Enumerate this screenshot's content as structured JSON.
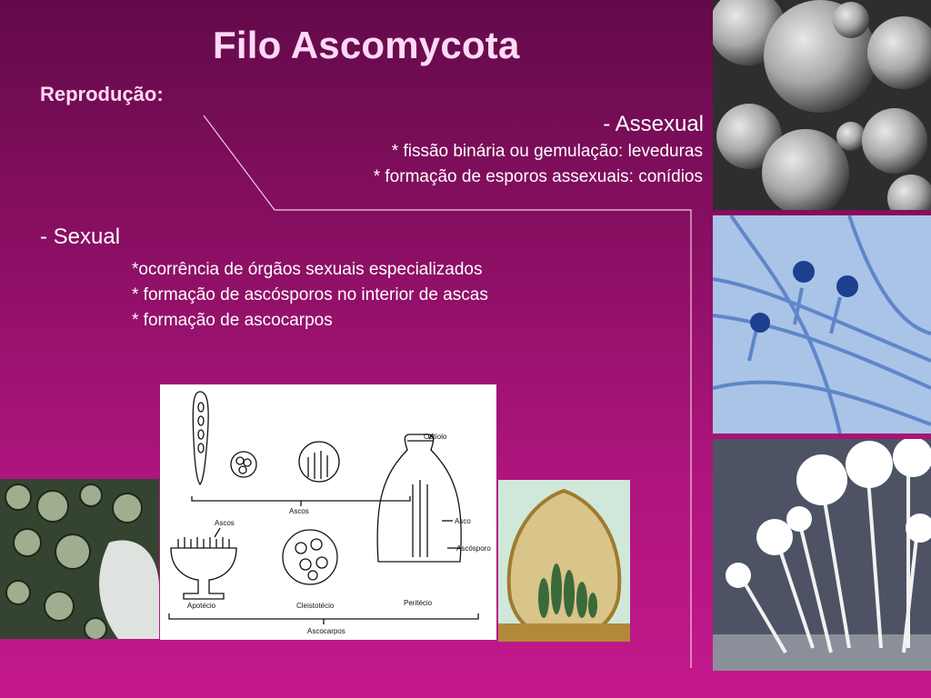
{
  "slide": {
    "title": "Filo Ascomycota",
    "subtitle": "Reprodução:",
    "asexual": {
      "heading": "- Assexual",
      "items": [
        "* fissão binária ou gemulação: leveduras",
        "* formação de esporos assexuais: conídios"
      ]
    },
    "sexual": {
      "heading": "- Sexual",
      "items": [
        "*ocorrência de órgãos sexuais especializados",
        "* formação de ascósporos no interior de ascas",
        "* formação de ascocarpos"
      ]
    }
  },
  "diagram": {
    "labels": {
      "ostiolo": "Ostíolo",
      "ascos_top": "Ascos",
      "ascos_left": "Ascos",
      "asco": "Asco",
      "ascosporo": "Ascósporo",
      "apotecio": "Apotécio",
      "cleistotecio": "Cleistotécio",
      "peritecio": "Peritécio",
      "ascocarpos": "Ascocarpos"
    }
  },
  "images": {
    "yeast": "yeast-micrograph",
    "conidia": "conidiophore-micrograph",
    "fungi": "fungal-fruiting-bodies-photo",
    "lichen": "lichen-photo",
    "ascocarp": "ascocarp-micrograph"
  },
  "colors": {
    "background_top": "#630a4a",
    "background_bottom": "#c3188c",
    "title": "#ffd9f5",
    "text": "#ffffff"
  }
}
